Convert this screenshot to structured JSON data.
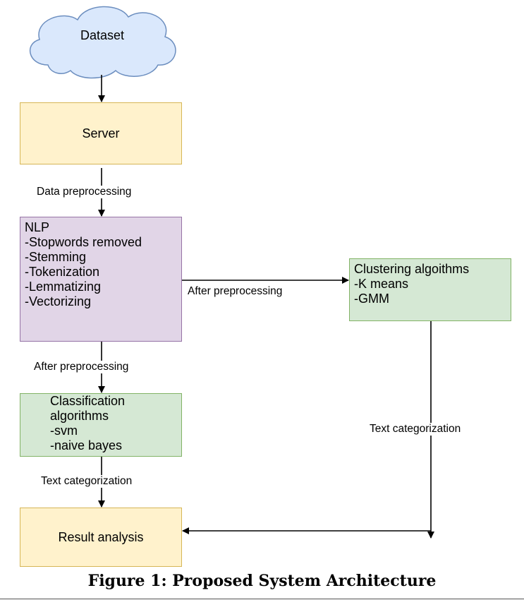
{
  "nodes": {
    "dataset": "Dataset",
    "server": "Server",
    "nlp": [
      "NLP",
      "-Stopwords removed",
      "-Stemming",
      "-Tokenization",
      "-Lemmatizing",
      "-Vectorizing"
    ],
    "classification": [
      "Classification",
      "algorithms",
      "-svm",
      "-naive bayes"
    ],
    "clustering": [
      "Clustering algoithms",
      "-K means",
      "-GMM"
    ],
    "result": "Result analysis"
  },
  "edges": {
    "server_to_nlp": "Data preprocessing",
    "nlp_to_clustering": "After preprocessing",
    "nlp_to_classification": "After preprocessing",
    "clustering_to_result": "Text categorization",
    "classification_to_result": "Text categorization"
  },
  "caption": "Figure 1: Proposed System Architecture",
  "colors": {
    "yellow_fill": "#fff2cc",
    "purple_fill": "#e1d5e7",
    "green_fill": "#d5e8d4",
    "cloud_fill": "#dae8fc"
  }
}
